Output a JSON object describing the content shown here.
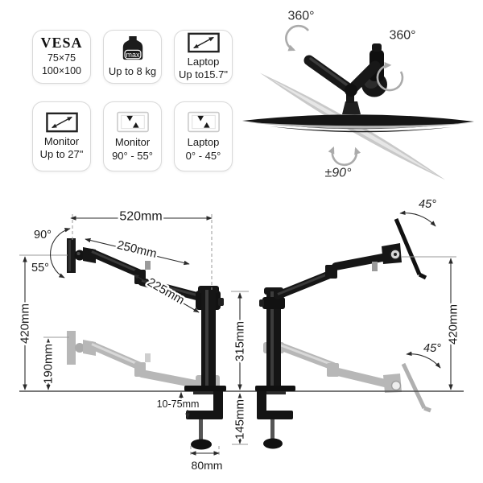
{
  "spec_badges": [
    {
      "name": "vesa",
      "title": "VESA",
      "line1": "75×75",
      "line2": "100×100"
    },
    {
      "name": "max-weight",
      "icon_label": "max",
      "line1": "Up to 8 kg"
    },
    {
      "name": "laptop-size",
      "line1": "Laptop",
      "line2": "Up to15.7\""
    },
    {
      "name": "monitor-size",
      "line1": "Monitor",
      "line2": "Up to 27\""
    },
    {
      "name": "monitor-tilt",
      "line1": "Monitor",
      "line2": "90° - 55°"
    },
    {
      "name": "laptop-tilt",
      "line1": "Laptop",
      "line2": "0° - 45°"
    }
  ],
  "product_view": {
    "arm_rotation": "360°",
    "joint_rotation": "360°",
    "swivel_range": "±90°"
  },
  "dimensions": {
    "left": {
      "horizontal_reach": "520mm",
      "upper_arm": "250mm",
      "forearm": "225mm",
      "max_height": "420mm",
      "min_height": "190mm",
      "tilt_up": "90°",
      "tilt_down": "55°",
      "desk_thickness": "10-75mm",
      "base_width": "80mm"
    },
    "middle": {
      "pole_height": "315mm",
      "below_desk": "145mm"
    },
    "right": {
      "plate_height": "420mm",
      "tilt_upper": "45°",
      "tilt_lower": "45°"
    }
  },
  "colors": {
    "background": "#ffffff",
    "line": "#2b2b2b",
    "text": "#1a1a1a",
    "ghost": "#b7b7b7",
    "badge_border": "#d9d9d9",
    "arrow_gray": "#ababab"
  }
}
